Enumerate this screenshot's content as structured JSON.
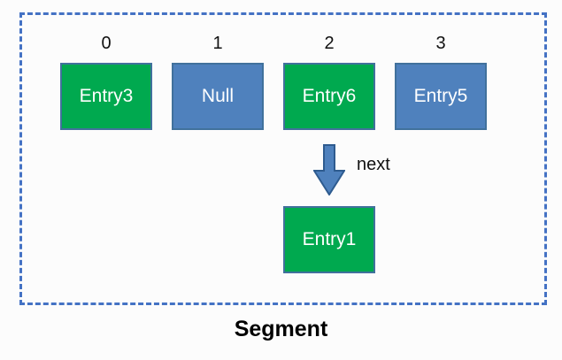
{
  "diagram": {
    "caption": "Segment",
    "indices": [
      "0",
      "1",
      "2",
      "3"
    ],
    "slots": [
      {
        "label": "Entry3",
        "color": "green"
      },
      {
        "label": "Null",
        "color": "blue"
      },
      {
        "label": "Entry6",
        "color": "green"
      },
      {
        "label": "Entry5",
        "color": "blue"
      }
    ],
    "next_arrow": {
      "label": "next",
      "icon": "down-arrow"
    },
    "linked_entry": {
      "label": "Entry1",
      "color": "green"
    },
    "colors": {
      "entry_green": "#00a94f",
      "slot_blue": "#4f81bd",
      "box_border": "#41719c",
      "dashed_border": "#4472c4",
      "arrow_fill": "#4f81bd",
      "arrow_border": "#2e5b8f",
      "text_light": "#ffffff",
      "text_dark": "#111111"
    }
  }
}
